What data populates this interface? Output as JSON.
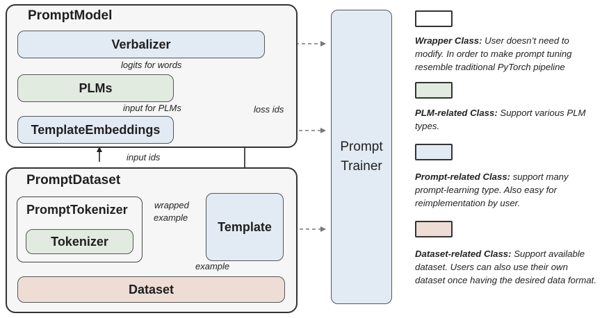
{
  "prompt_model": {
    "title": "PromptModel",
    "verbalizer": "Verbalizer",
    "plms": "PLMs",
    "template_embeddings": "TemplateEmbeddings"
  },
  "prompt_dataset": {
    "title": "PromptDataset",
    "prompt_tokenizer": "PromptTokenizer",
    "tokenizer": "Tokenizer",
    "template": "Template",
    "dataset": "Dataset"
  },
  "trainer": {
    "line1": "Prompt",
    "line2": "Trainer"
  },
  "labels": {
    "logits_for_words": "logits for words",
    "input_for_plms": "input for PLMs",
    "loss_ids": "loss ids",
    "input_ids": "input ids",
    "wrapped": "wrapped",
    "example_wrapped": "example",
    "example": "example"
  },
  "legend": [
    {
      "name": "Wrapper Class:",
      "desc": " User doesn’t  need to modify. In order to make prompt tuning resemble traditional PyTorch pipeline",
      "color": "#ffffff"
    },
    {
      "name": "PLM-related Class:",
      "desc": " Support various PLM types.",
      "color": "#e1ebdf"
    },
    {
      "name": "Prompt-related Class:",
      "desc": " support  many prompt-learning type.  Also easy for reimplementation by user.",
      "color": "#e2ebf4"
    },
    {
      "name": "Dataset-related Class:",
      "desc": " Support available dataset.  Users can also use their own dataset once having the desired data  format.",
      "color": "#eeddd5"
    }
  ]
}
